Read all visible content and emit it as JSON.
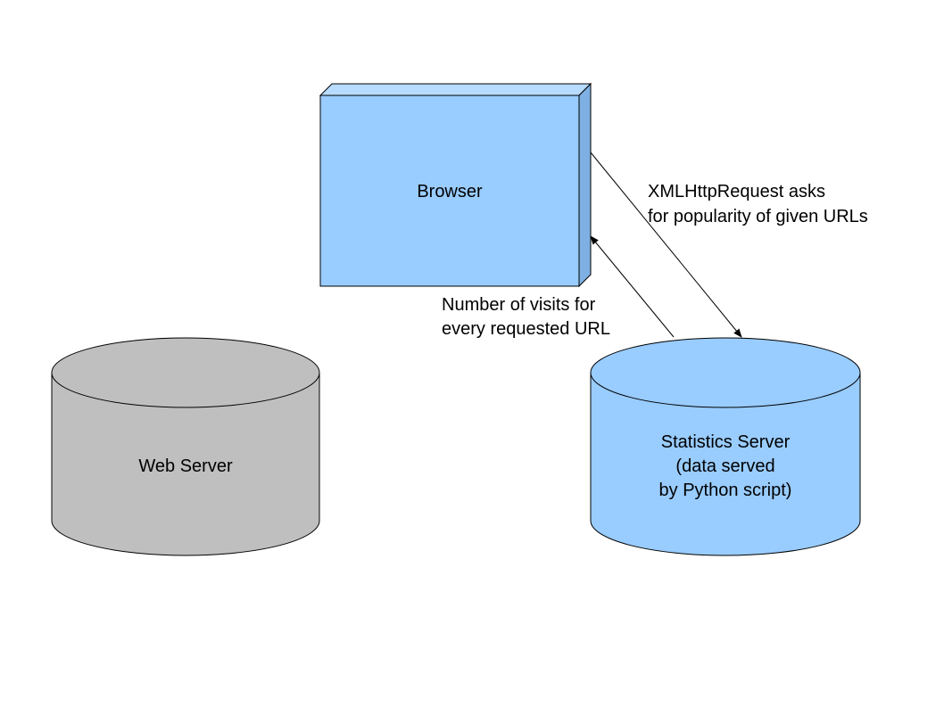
{
  "colors": {
    "browser_front": "#99ccff",
    "browser_side": "#7fb0e3",
    "browser_top": "#b8dcff",
    "stats_server": "#99ccff",
    "web_server": "#bfbfbf",
    "stroke": "#000000"
  },
  "nodes": {
    "browser": {
      "label": "Browser"
    },
    "web_server": {
      "label": "Web Server"
    },
    "stats_server": {
      "label_lines": [
        "Statistics Server",
        "(data served",
        "by Python script)"
      ]
    }
  },
  "edges": {
    "request": {
      "label_lines": [
        "XMLHttpRequest asks",
        "for popularity of given URLs"
      ]
    },
    "response": {
      "label_lines": [
        "Number of visits for",
        "every requested URL"
      ]
    }
  }
}
